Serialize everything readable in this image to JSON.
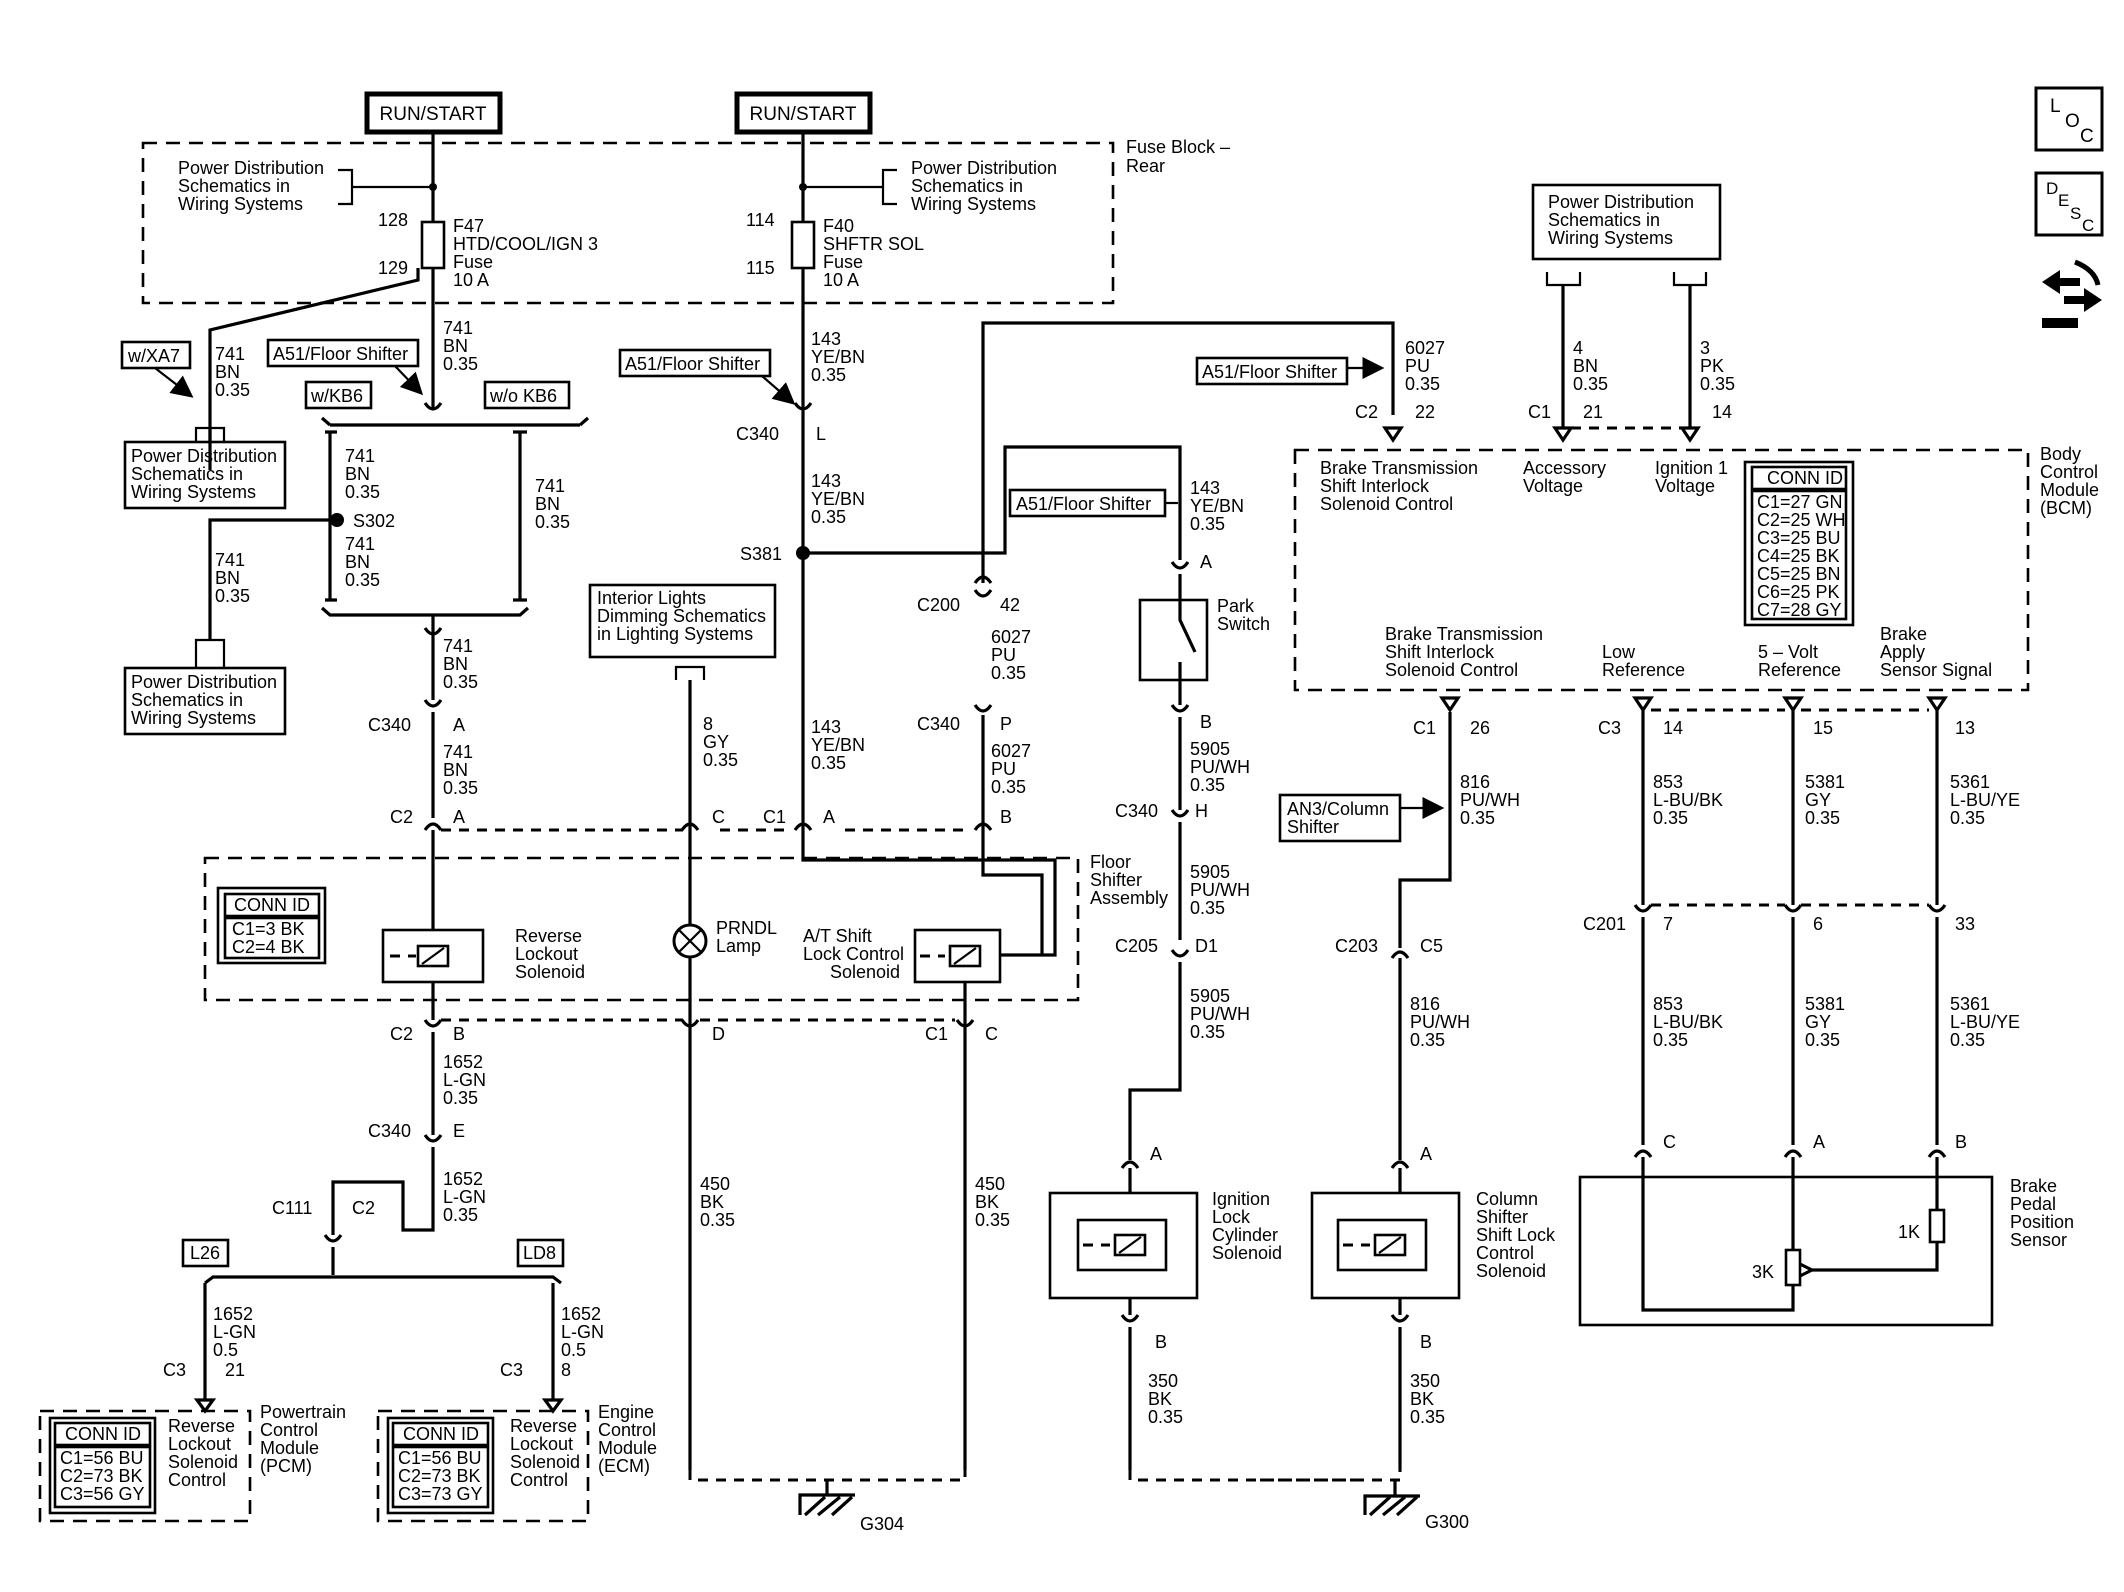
{
  "run_start": [
    "RUN/START",
    "RUN/START"
  ],
  "fuse_block": {
    "title": "Fuse Block –",
    "sub": "Rear"
  },
  "pd_lines": [
    "Power Distribution",
    "Schematics in",
    "Wiring Systems"
  ],
  "fuse_f47": {
    "name": "F47",
    "desc": "HTD/COOL/IGN 3",
    "type": "Fuse",
    "rating": "10 A",
    "in": "128",
    "out": "129"
  },
  "fuse_f40": {
    "name": "F40",
    "desc": "SHFTR SOL",
    "type": "Fuse",
    "rating": "10 A",
    "in": "114",
    "out": "115"
  },
  "options": {
    "xa7": "w/XA7",
    "kb6": "w/KB6",
    "no_kb6": "w/o KB6",
    "a51": "A51/Floor Shifter",
    "an3_1": "AN3/Column",
    "an3_2": "Shifter",
    "l26": "L26",
    "ld8": "LD8"
  },
  "wire741": [
    "741",
    "BN",
    "0.35"
  ],
  "wire143": [
    "143",
    "YE/BN",
    "0.35"
  ],
  "wire6027": [
    "6027",
    "PU",
    "0.35"
  ],
  "wire4": [
    "4",
    "BN",
    "0.35"
  ],
  "wire3": [
    "3",
    "PK",
    "0.35"
  ],
  "wire8": [
    "8",
    "GY",
    "0.35"
  ],
  "wire5905": [
    "5905",
    "PU/WH",
    "0.35"
  ],
  "wire816": [
    "816",
    "PU/WH",
    "0.35"
  ],
  "wire853": [
    "853",
    "L-BU/BK",
    "0.35"
  ],
  "wire5381": [
    "5381",
    "GY",
    "0.35"
  ],
  "wire5361": [
    "5361",
    "L-BU/YE",
    "0.35"
  ],
  "wire1652a": [
    "1652",
    "L-GN",
    "0.35"
  ],
  "wire1652b": [
    "1652",
    "L-GN",
    "0.5"
  ],
  "wire450": [
    "450",
    "BK",
    "0.35"
  ],
  "wire350": [
    "350",
    "BK",
    "0.35"
  ],
  "splices": {
    "s302": "S302",
    "s381": "S381"
  },
  "conn": {
    "c340": "C340",
    "c200": "C200",
    "c205": "C205",
    "c203": "C203",
    "c201": "C201",
    "c111": "C111",
    "c1": "C1",
    "c2": "C2",
    "c3": "C3",
    "c5": "C5",
    "pA": "A",
    "pB": "B",
    "pC": "C",
    "pD": "D",
    "pE": "E",
    "pH": "H",
    "pL": "L",
    "pP": "P",
    "pD1": "D1",
    "p42": "42",
    "p22": "22",
    "p21": "21",
    "p14": "14",
    "p26": "26",
    "p15": "15",
    "p13": "13",
    "p7": "7",
    "p6": "6",
    "p33": "33",
    "p8": "8"
  },
  "interior_lights": [
    "Interior Lights",
    "Dimming Schematics",
    "in Lighting Systems"
  ],
  "park_switch": [
    "Park",
    "Switch"
  ],
  "floor_shifter": [
    "Floor",
    "Shifter",
    "Assembly"
  ],
  "conn_id_fs": {
    "title": "CONN ID",
    "lines": [
      "C1=3 BK",
      "C2=4 BK"
    ]
  },
  "reverse_lockout": [
    "Reverse",
    "Lockout",
    "Solenoid"
  ],
  "prndl": [
    "PRNDL",
    "Lamp"
  ],
  "at_shift": [
    "A/T Shift",
    "Lock Control",
    "Solenoid"
  ],
  "bcm": {
    "name": [
      "Body",
      "Control",
      "Module",
      "(BCM)"
    ],
    "btsi_top": [
      "Brake Transmission",
      "Shift Interlock",
      "Solenoid Control"
    ],
    "acc": [
      "Accessory",
      "Voltage"
    ],
    "ign": [
      "Ignition 1",
      "Voltage"
    ],
    "btsi_bot": [
      "Brake Transmission",
      "Shift Interlock",
      "Solenoid Control"
    ],
    "low_ref": [
      "Low",
      "Reference"
    ],
    "five_v": [
      "5 – Volt",
      "Reference"
    ],
    "brake_sig": [
      "Brake",
      "Apply",
      "Sensor Signal"
    ],
    "conn_id": {
      "title": "CONN ID",
      "lines": [
        "C1=27 GN",
        "C2=25 WH",
        "C3=25 BU",
        "C4=25 BK",
        "C5=25 BN",
        "C6=25 PK",
        "C7=28 GY"
      ]
    }
  },
  "ign_lock": [
    "Ignition",
    "Lock",
    "Cylinder",
    "Solenoid"
  ],
  "col_shift": [
    "Column",
    "Shifter",
    "Shift Lock",
    "Control",
    "Solenoid"
  ],
  "brake_sensor": [
    "Brake",
    "Pedal",
    "Position",
    "Sensor"
  ],
  "res": {
    "r1": "1K",
    "r3": "3K"
  },
  "pcm": {
    "name": [
      "Powertrain",
      "Control",
      "Module",
      "(PCM)"
    ],
    "func": [
      "Reverse",
      "Lockout",
      "Solenoid",
      "Control"
    ],
    "conn_id": {
      "title": "CONN ID",
      "lines": [
        "C1=56 BU",
        "C2=73 BK",
        "C3=56 GY"
      ]
    }
  },
  "ecm": {
    "name": [
      "Engine",
      "Control",
      "Module",
      "(ECM)"
    ],
    "func": [
      "Reverse",
      "Lockout",
      "Solenoid",
      "Control"
    ],
    "conn_id": {
      "title": "CONN ID",
      "lines": [
        "C1=56 BU",
        "C2=73 BK",
        "C3=73 GY"
      ]
    }
  },
  "grounds": {
    "g304": "G304",
    "g300": "G300"
  },
  "icons": {
    "loc": [
      "L",
      "O",
      "C"
    ],
    "desc": [
      "D",
      "E",
      "S",
      "C"
    ]
  }
}
